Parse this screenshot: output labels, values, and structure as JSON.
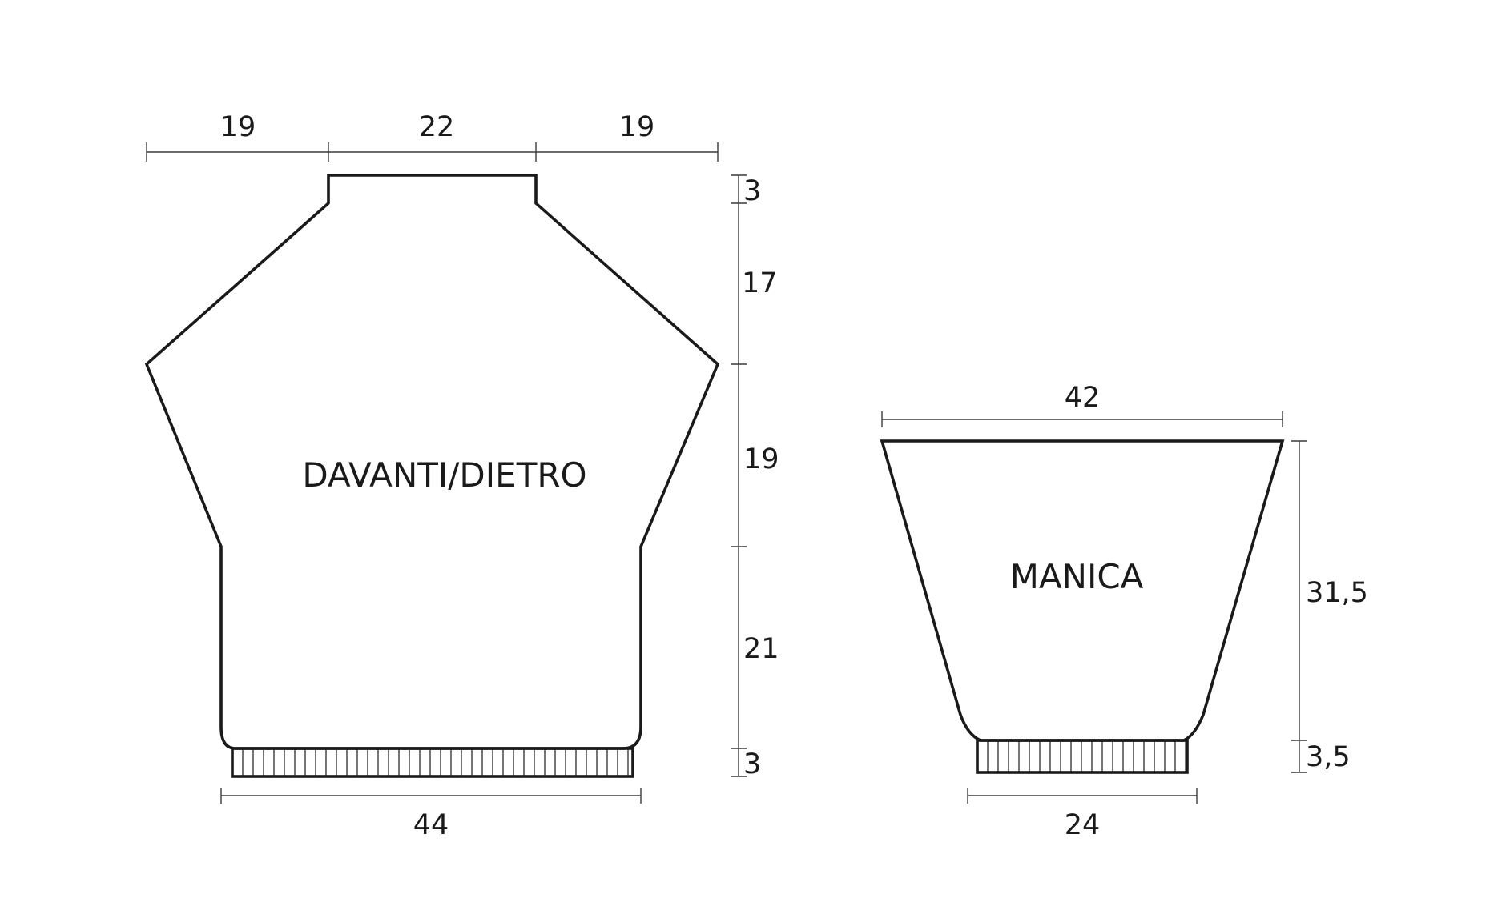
{
  "body_piece": {
    "label": "DAVANTI/DIETRO",
    "shoulder_left": "19",
    "neck_width": "22",
    "shoulder_right": "19",
    "neck_height": "3",
    "raglan_height": "17",
    "upper_side_height": "19",
    "lower_side_height": "21",
    "rib_height": "3",
    "bottom_width": "44"
  },
  "sleeve_piece": {
    "label": "MANICA",
    "top_width": "42",
    "length": "31,5",
    "cuff_height": "3,5",
    "cuff_width": "24"
  },
  "colors": {
    "line": "#1a1a1a",
    "background": "#ffffff"
  }
}
